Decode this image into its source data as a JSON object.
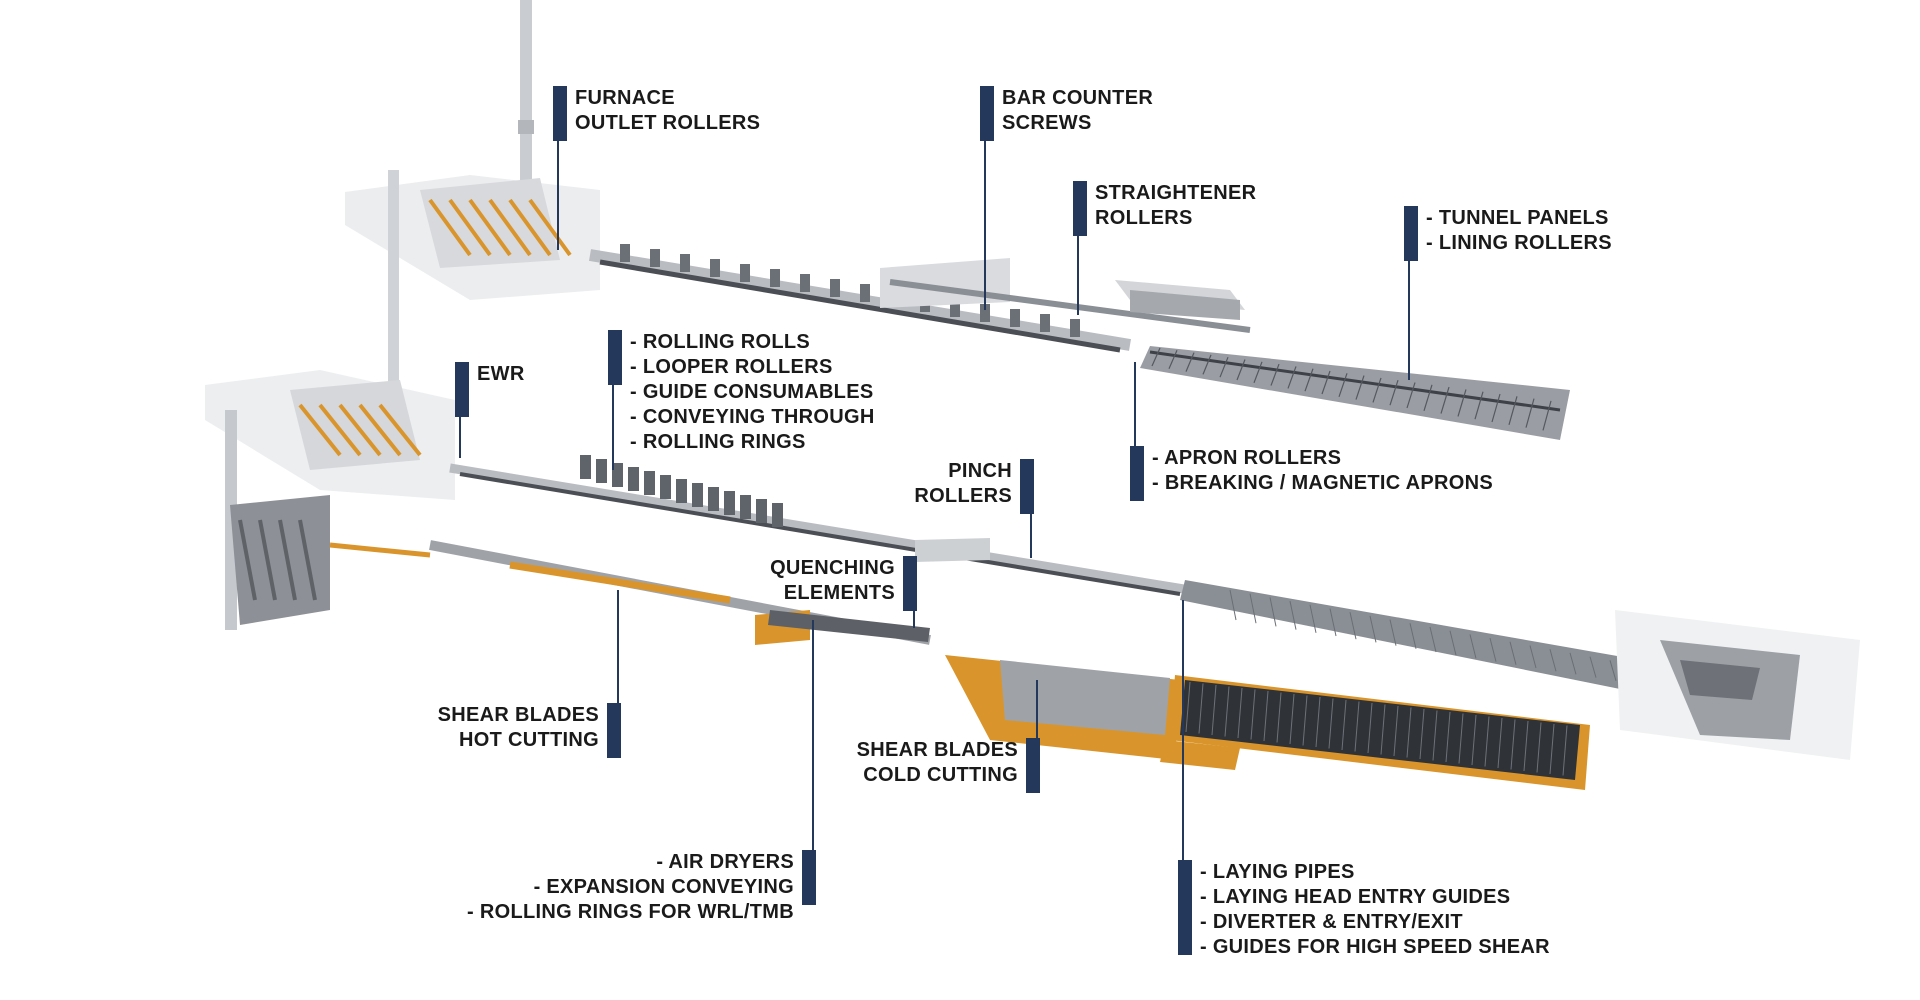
{
  "colors": {
    "accent_bar": "#24385b",
    "equipment_orange": "#d9952b",
    "equipment_grey": "#8a8f96",
    "equipment_dark": "#4b4f55",
    "text": "#1a1a1a"
  },
  "callouts": [
    {
      "id": "furnace",
      "lines": [
        "FURNACE",
        "OUTLET ROLLERS"
      ]
    },
    {
      "id": "bar-counter",
      "lines": [
        "BAR COUNTER",
        "SCREWS"
      ]
    },
    {
      "id": "straightener",
      "lines": [
        "STRAIGHTENER",
        "ROLLERS"
      ]
    },
    {
      "id": "tunnel",
      "lines": [
        "- TUNNEL PANELS",
        "- LINING ROLLERS"
      ]
    },
    {
      "id": "rolling",
      "lines": [
        "- ROLLING ROLLS",
        "- LOOPER ROLLERS",
        "- GUIDE CONSUMABLES",
        "- CONVEYING THROUGH",
        "- ROLLING RINGS"
      ]
    },
    {
      "id": "ewr",
      "lines": [
        "EWR"
      ]
    },
    {
      "id": "apron",
      "lines": [
        "- APRON ROLLERS",
        "- BREAKING / MAGNETIC APRONS"
      ]
    },
    {
      "id": "pinch",
      "lines": [
        "PINCH",
        "ROLLERS"
      ]
    },
    {
      "id": "quenching",
      "lines": [
        "QUENCHING",
        "ELEMENTS"
      ]
    },
    {
      "id": "shear-hot",
      "lines": [
        "SHEAR BLADES",
        "HOT CUTTING"
      ]
    },
    {
      "id": "shear-cold",
      "lines": [
        "SHEAR BLADES",
        "COLD CUTTING"
      ]
    },
    {
      "id": "air-dryers",
      "lines": [
        "- AIR DRYERS",
        "- EXPANSION CONVEYING",
        "- ROLLING RINGS FOR WRL/TMB"
      ]
    },
    {
      "id": "laying",
      "lines": [
        "- LAYING PIPES",
        "- LAYING HEAD ENTRY GUIDES",
        "- DIVERTER & ENTRY/EXIT",
        "- GUIDES FOR HIGH SPEED SHEAR"
      ]
    }
  ]
}
